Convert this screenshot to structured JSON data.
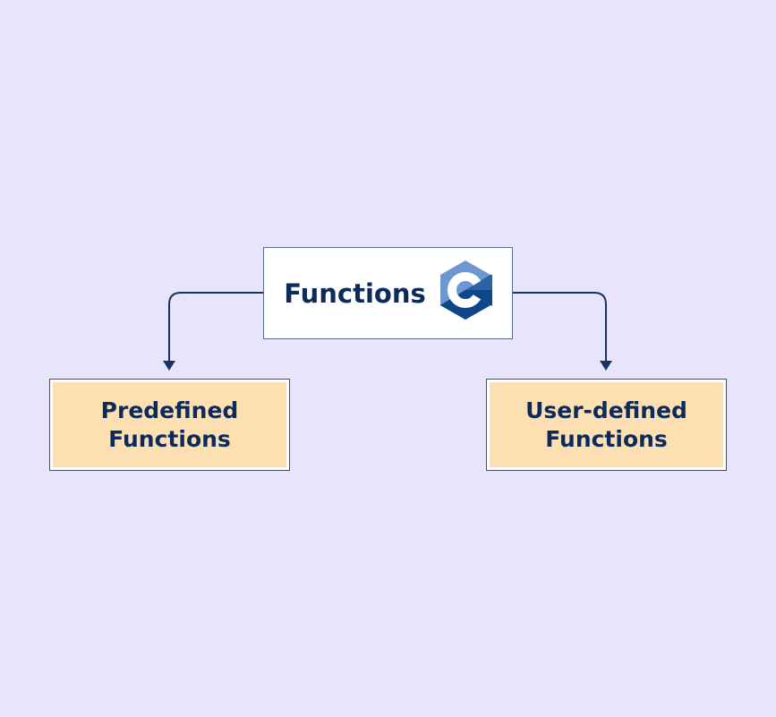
{
  "root": {
    "label": "Functions",
    "icon": "c-language-logo-icon"
  },
  "children": [
    {
      "label_line1": "Predefined",
      "label_line2": "Functions"
    },
    {
      "label_line1": "User-defined",
      "label_line2": "Functions"
    }
  ],
  "colors": {
    "background": "#e7e4fb",
    "text": "#0d2a5c",
    "leaf_fill": "#fde0b2",
    "connector": "#1a3266"
  }
}
